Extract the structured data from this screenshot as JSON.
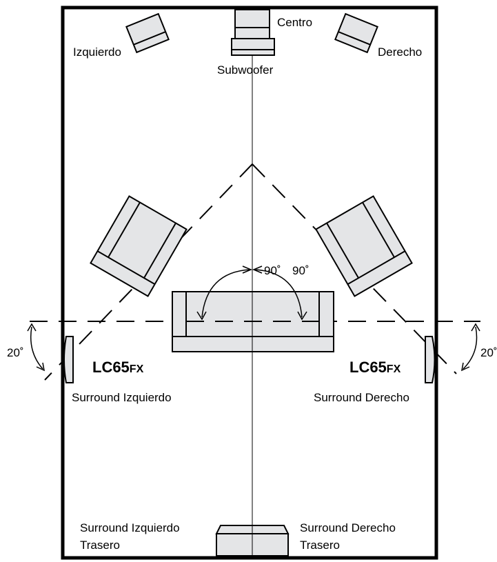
{
  "speakers": {
    "center": "Centro",
    "subwoofer": "Subwoofer",
    "front_left": "Izquierdo",
    "front_right": "Derecho",
    "surround_left": "Surround Izquierdo",
    "surround_right": "Surround Derecho",
    "rear_left_line1": "Surround Izquierdo",
    "rear_left_line2": "Trasero",
    "rear_right_line1": "Surround Derecho",
    "rear_right_line2": "Trasero"
  },
  "models": {
    "left_main": "LC65",
    "left_suffix": "FX",
    "right_main": "LC65",
    "right_suffix": "FX"
  },
  "angles": {
    "left_listening": "90˚",
    "right_listening": "90˚",
    "left_toe": "20˚",
    "right_toe": "20˚"
  },
  "colors": {
    "fill": "#e4e5e7",
    "line": "#000000"
  }
}
